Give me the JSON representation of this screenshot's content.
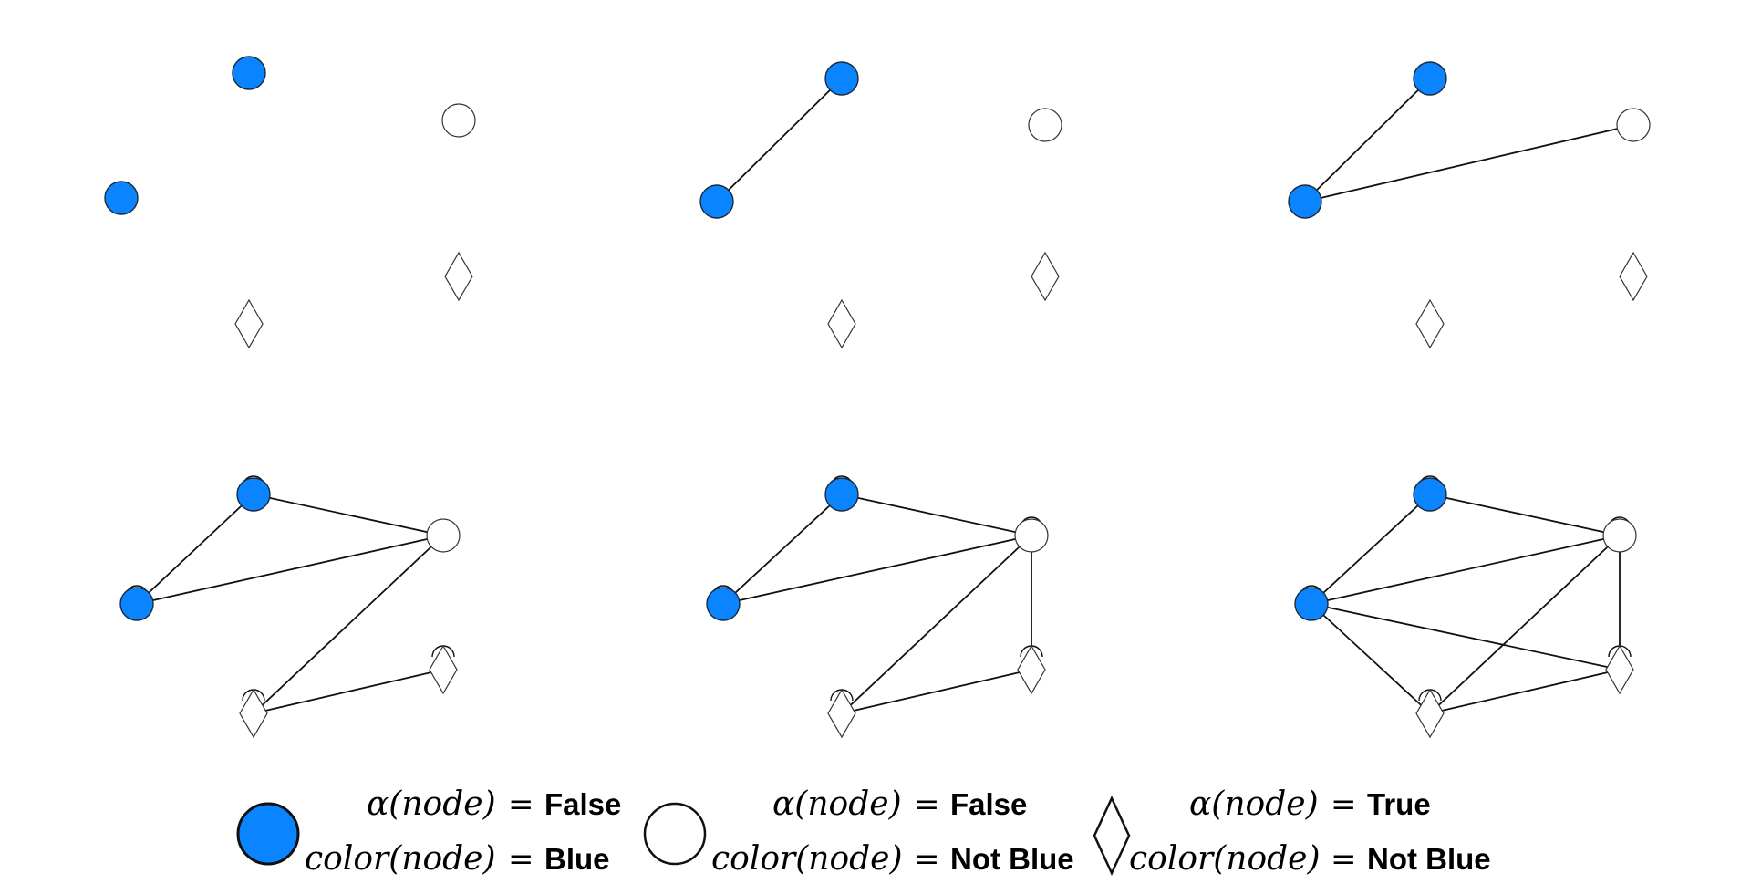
{
  "legend": {
    "alpha_lhs": "α(node)",
    "color_lhs": "color(node)",
    "equals": "=",
    "items": [
      {
        "symbol": "blue-circle",
        "alpha_value": "False",
        "color_value": "Blue"
      },
      {
        "symbol": "white-circle",
        "alpha_value": "False",
        "color_value": "Not Blue"
      },
      {
        "symbol": "diamond",
        "alpha_value": "True",
        "color_value": "Not Blue"
      }
    ]
  },
  "colors": {
    "blue_node": "#0a84ff",
    "outline": "#333333",
    "edge": "#111111"
  },
  "graphs": [
    {
      "panel": 1,
      "edges": []
    },
    {
      "panel": 2,
      "edges": [
        [
          "b1",
          "b2"
        ]
      ]
    },
    {
      "panel": 3,
      "edges": [
        [
          "b1",
          "b2"
        ],
        [
          "b2",
          "w"
        ]
      ]
    },
    {
      "panel": 4,
      "edges": [
        [
          "b1",
          "b2"
        ],
        [
          "b1",
          "w"
        ],
        [
          "b2",
          "w"
        ],
        [
          "w",
          "d1"
        ],
        [
          "d1",
          "d2"
        ]
      ],
      "self_loops": [
        "b1",
        "b2",
        "d1",
        "d2"
      ]
    },
    {
      "panel": 5,
      "edges": [
        [
          "b1",
          "b2"
        ],
        [
          "b1",
          "w"
        ],
        [
          "b2",
          "w"
        ],
        [
          "w",
          "d1"
        ],
        [
          "w",
          "d2"
        ],
        [
          "d1",
          "d2"
        ]
      ],
      "self_loops": [
        "b1",
        "b2",
        "w",
        "d1",
        "d2"
      ]
    },
    {
      "panel": 6,
      "edges": [
        [
          "b1",
          "b2"
        ],
        [
          "b1",
          "w"
        ],
        [
          "b2",
          "w"
        ],
        [
          "b2",
          "d1"
        ],
        [
          "b2",
          "d2"
        ],
        [
          "w",
          "d1"
        ],
        [
          "w",
          "d2"
        ],
        [
          "d1",
          "d2"
        ]
      ],
      "self_loops": [
        "b1",
        "b2",
        "w",
        "d1",
        "d2"
      ]
    }
  ]
}
